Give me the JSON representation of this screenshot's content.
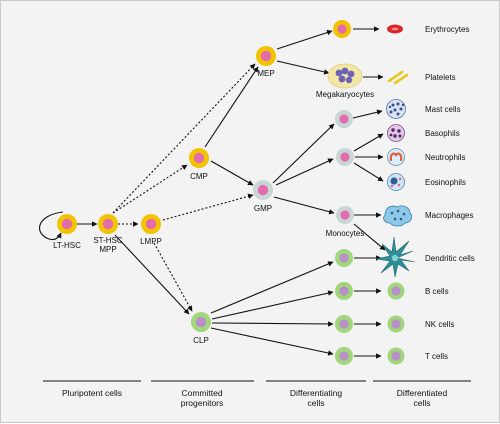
{
  "colors": {
    "background": "#f3f3f3",
    "yellow_cell_outer": "#f2c300",
    "green_cell_outer": "#9fd77a",
    "grey_cell_outer": "#c9d6d6",
    "nucleus_pink": "#e36cac",
    "nucleus_purple": "#b88fc8",
    "erythrocyte_red": "#d9262a",
    "platelet_yellow": "#e8c81f",
    "megakaryocyte_fill": "#f3e6a6",
    "megakaryocyte_nucleus": "#6a63b6",
    "dendritic_teal": "#2e8f96",
    "macrophage_blue": "#8dc8e8"
  },
  "nodes": {
    "lthsc": "LT-HSC",
    "sthsc": "ST-HSC",
    "mpp": "MPP",
    "lmpp": "LMPP",
    "cmp": "CMP",
    "mep": "MEP",
    "gmp": "GMP",
    "clp": "CLP",
    "megakaryocytes": "Megakaryocytes",
    "monocytes": "Monocytes"
  },
  "outputs": {
    "erythrocytes": "Erythrocytes",
    "platelets": "Platelets",
    "mast": "Mast cells",
    "basophils": "Basophils",
    "neutrophils": "Neutrophils",
    "eosinophils": "Eosinophils",
    "macrophages": "Macrophages",
    "dendritic": "Dendritic cells",
    "bcells": "B cells",
    "nkcells": "NK cells",
    "tcells": "T cells"
  },
  "categories": {
    "pluripotent": "Pluripotent cells",
    "committed_1": "Committed",
    "committed_2": "progenitors",
    "differentiating_1": "Differentiating",
    "differentiating_2": "cells",
    "differentiated_1": "Differentiated",
    "differentiated_2": "cells"
  }
}
